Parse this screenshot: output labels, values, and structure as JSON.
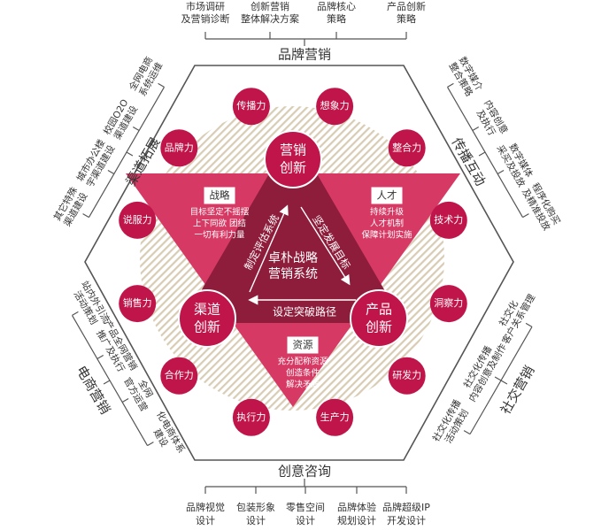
{
  "colors": {
    "red": "#c0154a",
    "red_light": "#d63a64",
    "dark": "#8e1c3b",
    "line": "#555555",
    "stripe": "#d8ccb5",
    "text": "#333333"
  },
  "top_items": [
    {
      "l1": "市场调研",
      "l2": "及营销诊断"
    },
    {
      "l1": "创新营销",
      "l2": "整体解决方案"
    },
    {
      "l1": "品牌核心",
      "l2": "策略"
    },
    {
      "l1": "产品创新",
      "l2": "策略"
    }
  ],
  "bottom_items": [
    {
      "l1": "品牌视觉",
      "l2": "设计"
    },
    {
      "l1": "包装形象",
      "l2": "设计"
    },
    {
      "l1": "零售空间",
      "l2": "设计"
    },
    {
      "l1": "品牌体验",
      "l2": "规划设计"
    },
    {
      "l1": "品牌超级IP",
      "l2": "开发设计"
    }
  ],
  "upper_left_items": [
    {
      "l1": "其它特殊",
      "l2": "渠道建设"
    },
    {
      "l1": "城市办公楼",
      "l2": "宇渠道建设"
    },
    {
      "l1": "校园O2O",
      "l2": "渠道建设"
    },
    {
      "l1": "全网电商",
      "l2": "系统运维"
    }
  ],
  "upper_right_items": [
    {
      "l1": "数字媒介",
      "l2": "整合策略"
    },
    {
      "l1": "内容创意",
      "l2": "及执行"
    },
    {
      "l1": "数字媒体",
      "l2": "采买及投放"
    },
    {
      "l1": "程序化购买",
      "l2": "及精准投放"
    }
  ],
  "lower_left_items": [
    {
      "l1": "站内外引流",
      "l2": "活动策划"
    },
    {
      "l1": "产品全网营销",
      "l2": "推广及执行"
    },
    {
      "l1": "全网",
      "l2": "官方运营"
    },
    {
      "l1": "化电商体系",
      "l2": "建设"
    }
  ],
  "lower_right_items": [
    {
      "l1": "社交化传播",
      "l2": "活动策划"
    },
    {
      "l1": "社交化传播",
      "l2": "内容创意及制作"
    },
    {
      "l1": "社交化",
      "l2": "客户关系管理"
    }
  ],
  "hex_titles": {
    "top": "品牌营销",
    "bottom": "创意咨询",
    "upper_left": "渠道拓展",
    "upper_right": "传播互动",
    "lower_left": "电商营销",
    "lower_right": "社交营销"
  },
  "ring": [
    "想象力",
    "整合力",
    "技术力",
    "洞察力",
    "研发力",
    "生产力",
    "执行力",
    "合作力",
    "销售力",
    "说服力",
    "品牌力",
    "传播力"
  ],
  "nodes": {
    "top": {
      "l1": "营销",
      "l2": "创新"
    },
    "left": {
      "l1": "渠道",
      "l2": "创新"
    },
    "right": {
      "l1": "产品",
      "l2": "创新"
    }
  },
  "center": {
    "l1": "卓朴战略",
    "l2": "营销系统"
  },
  "arrows": {
    "left": "制定评估系统",
    "right": "坚定发展目标",
    "bottom": "设定突破路径"
  },
  "boxes": {
    "strategy": {
      "title": "战略",
      "lines": [
        "目标坚定不摇摆",
        "上下同欲 团结",
        "一切有利力量"
      ]
    },
    "talent": {
      "title": "人才",
      "lines": [
        "持续升级",
        "人才机制",
        "保障计划实施"
      ]
    },
    "resource": {
      "title": "资源",
      "lines": [
        "充分配称资源",
        "创造条件",
        "解决矛盾"
      ]
    }
  }
}
